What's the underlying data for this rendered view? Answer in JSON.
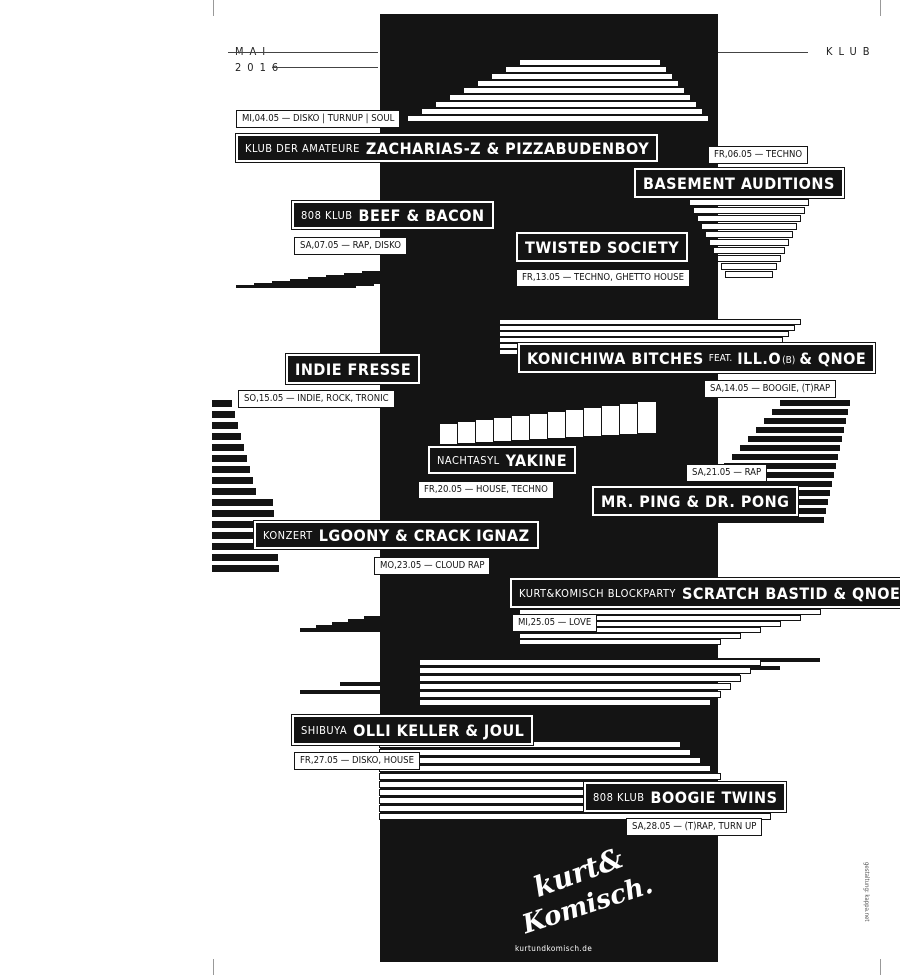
{
  "header": {
    "month": "MAI",
    "year": "2016",
    "venue": "KLUB"
  },
  "events": [
    {
      "info": "MI,04.05 — DISKO | TURNUP | SOUL",
      "prefix": "KLUB DER AMATEURE",
      "title": "ZACHARIAS-Z & PIZZABUDENBOY"
    },
    {
      "info": "FR,06.05 — TECHNO",
      "prefix": "",
      "title": "BASEMENT AUDITIONS"
    },
    {
      "info": "SA,07.05 — RAP, DISKO",
      "prefix": "808 KLUB",
      "title": "BEEF & BACON"
    },
    {
      "info": "FR,13.05 — TECHNO, GHETTO HOUSE",
      "prefix": "",
      "title": "TWISTED SOCIETY"
    },
    {
      "info": "SA,14.05 — BOOGIE, (T)RAP",
      "prefix": "",
      "title": "KONICHIWA BITCHES",
      "feat": "FEAT.",
      "title2": "ILL.O",
      "small": "(B)",
      "title3": "& QNOE"
    },
    {
      "info": "SO,15.05 — INDIE, ROCK, TRONIC",
      "prefix": "",
      "title": "INDIE FRESSE"
    },
    {
      "info": "FR,20.05 — HOUSE, TECHNO",
      "prefix": "NACHTASYL",
      "title": "YAKINE"
    },
    {
      "info": "SA,21.05 — RAP",
      "prefix": "",
      "title": "MR. PING & DR. PONG"
    },
    {
      "info": "MO,23.05 — CLOUD RAP",
      "prefix": "KONZERT",
      "title": "LGOONY & CRACK IGNAZ"
    },
    {
      "info": "MI,25.05 — LOVE",
      "prefix": "KURT&KOMISCH BLOCKPARTY",
      "title": "SCRATCH BASTID & QNOE"
    },
    {
      "info": "FR,27.05 — DISKO, HOUSE",
      "prefix": "SHIBUYA",
      "title": "OLLI KELLER & JOUL"
    },
    {
      "info": "SA,28.05 — (T)RAP, TURN UP",
      "prefix": "808 KLUB",
      "title": "BOOGIE TWINS"
    }
  ],
  "logo": {
    "line1": "kurt&",
    "line2": "Komisch.",
    "website": "kurtundkomisch.de"
  },
  "credit": "gestaltung: kappa.net",
  "colors": {
    "ink": "#141414",
    "paper": "#ffffff"
  }
}
